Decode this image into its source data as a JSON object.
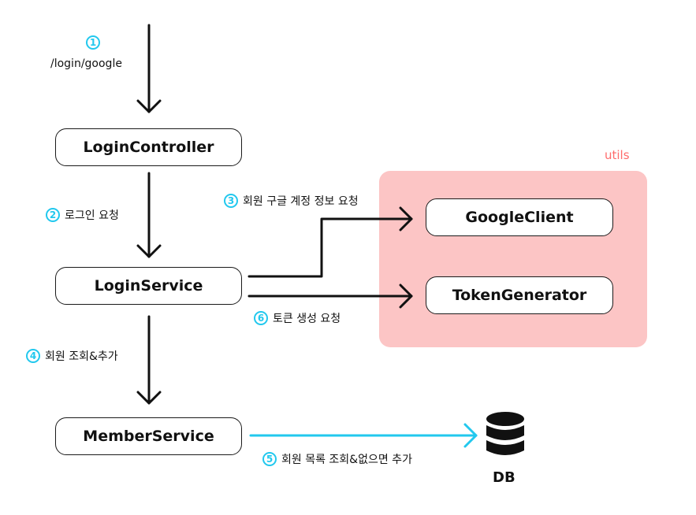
{
  "utils_label": "utils",
  "nodes": {
    "login_controller": "LoginController",
    "login_service": "LoginService",
    "member_service": "MemberService",
    "google_client": "GoogleClient",
    "token_generator": "TokenGenerator",
    "db": "DB"
  },
  "steps": [
    {
      "num": "1",
      "text": "/login/google"
    },
    {
      "num": "2",
      "text": "로그인 요청"
    },
    {
      "num": "3",
      "text": "회원 구글 계정 정보 요청"
    },
    {
      "num": "4",
      "text": "회원 조회&추가"
    },
    {
      "num": "5",
      "text": "회원 목록 조회&없으면 추가"
    },
    {
      "num": "6",
      "text": "토큰 생성 요청"
    }
  ],
  "colors": {
    "accent": "#22c8ee",
    "utils_bg": "#fcc5c5",
    "utils_text": "#ff6b6b"
  }
}
